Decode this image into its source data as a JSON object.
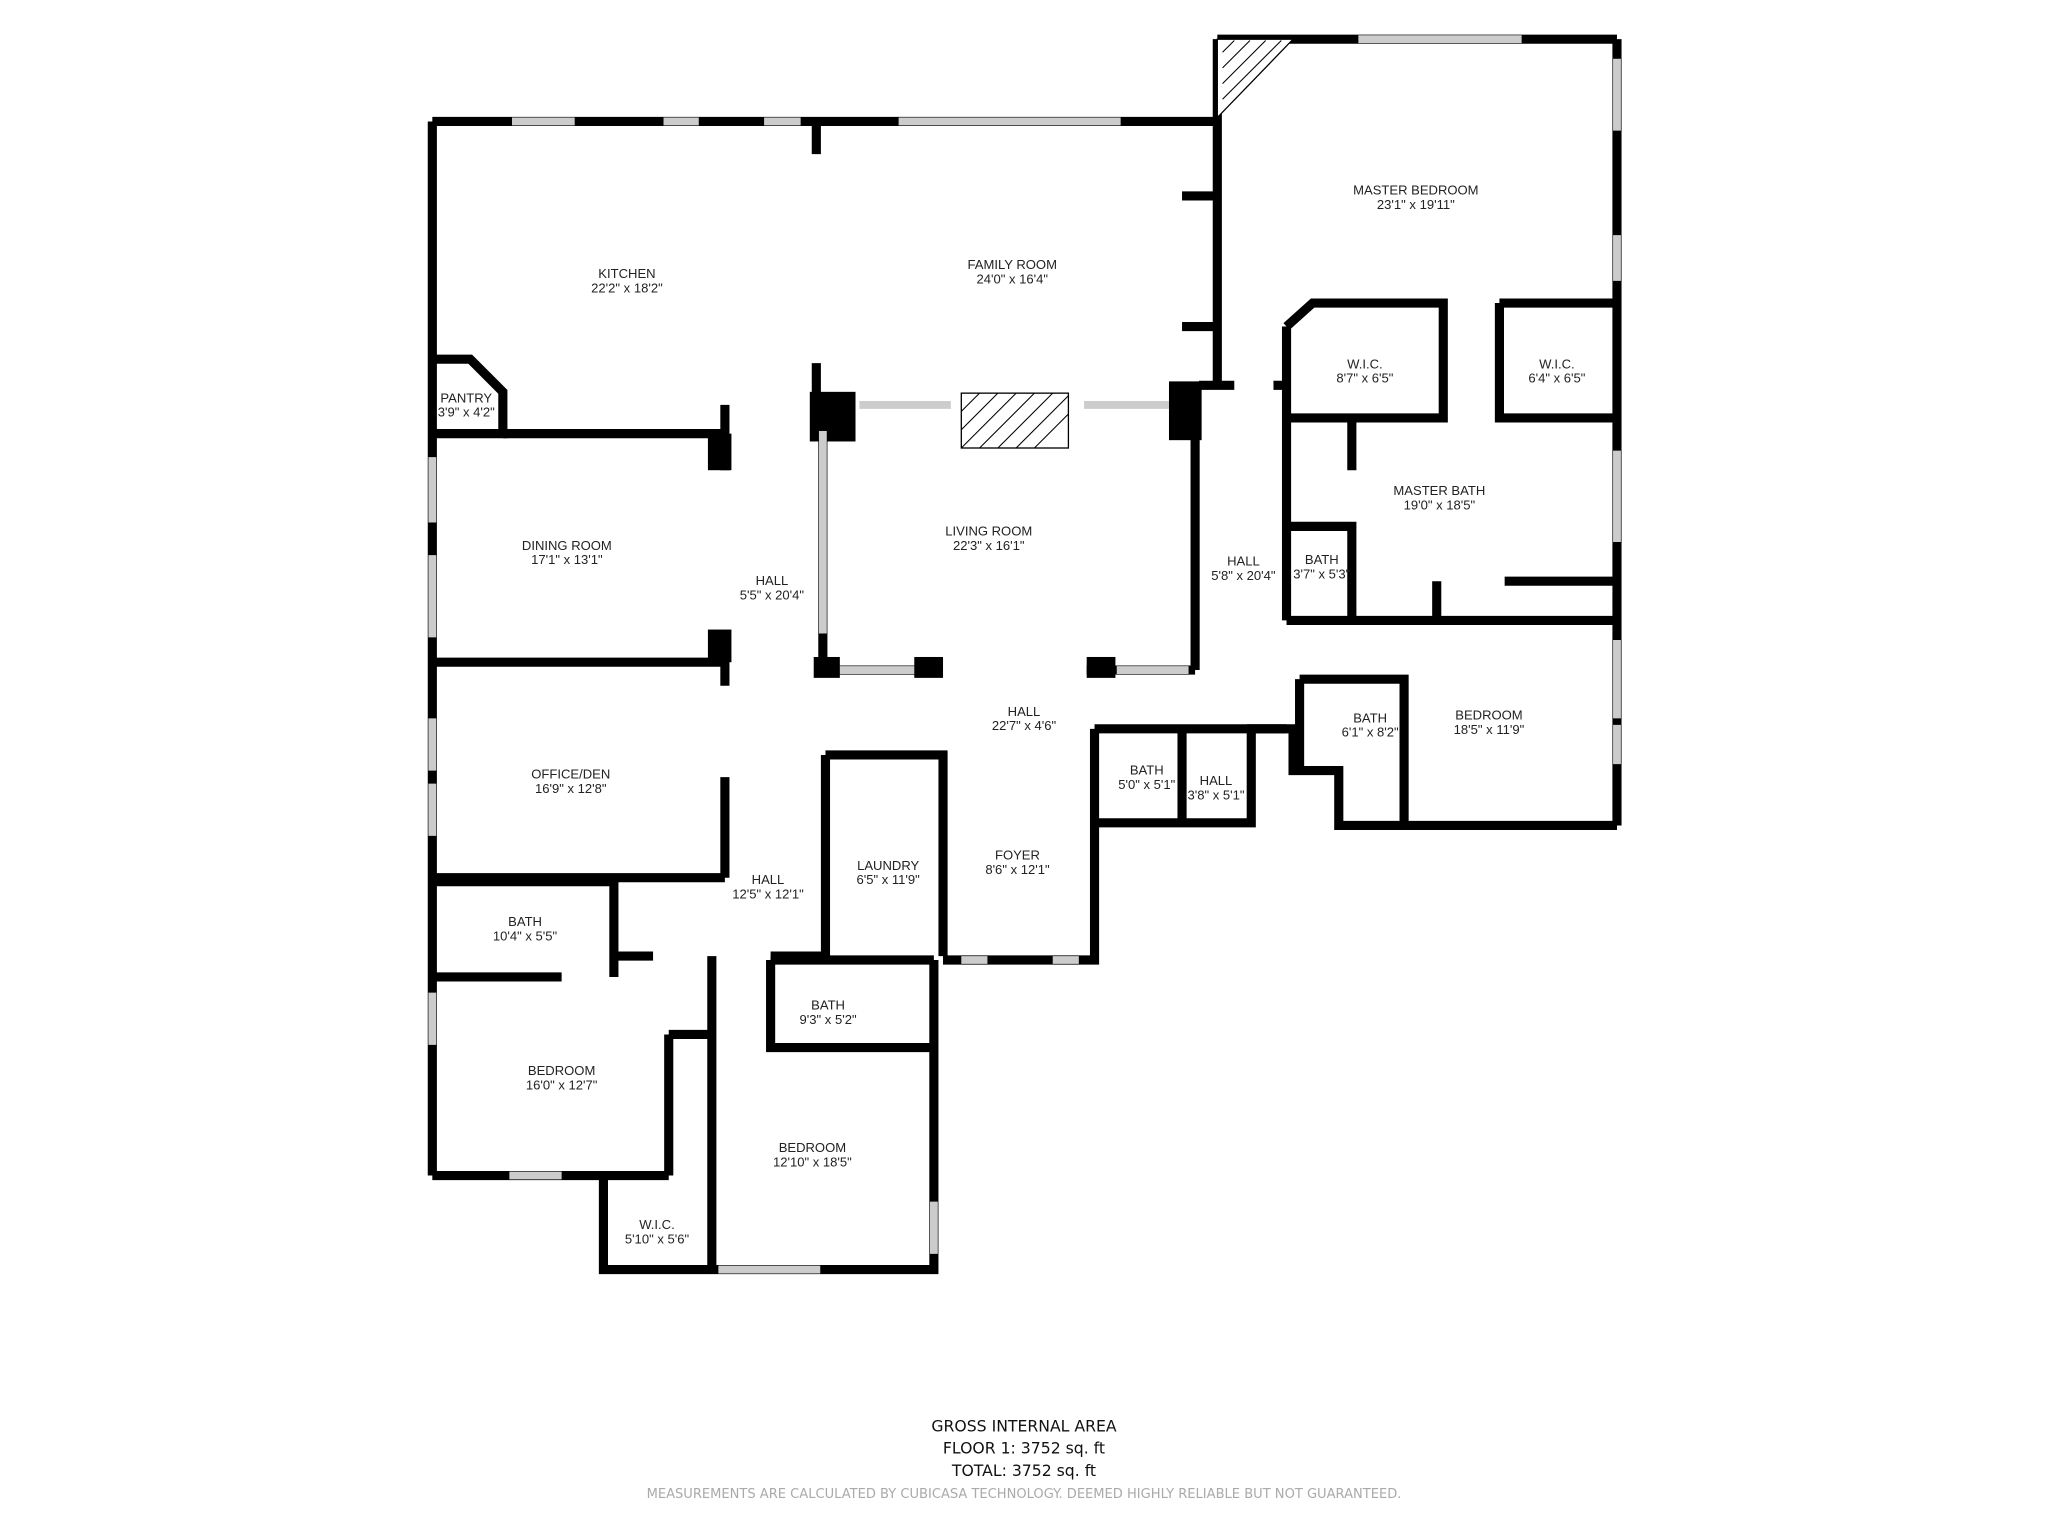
{
  "rooms": {
    "kitchen": {
      "name": "KITCHEN",
      "dim": "22'2\" x 18'2\""
    },
    "family_room": {
      "name": "FAMILY ROOM",
      "dim": "24'0\" x 16'4\""
    },
    "master_bedroom": {
      "name": "MASTER BEDROOM",
      "dim": "23'1\" x 19'11\""
    },
    "pantry": {
      "name": "PANTRY",
      "dim": "3'9\" x 4'2\""
    },
    "wic_1": {
      "name": "W.I.C.",
      "dim": "8'7\" x 6'5\""
    },
    "wic_2": {
      "name": "W.I.C.",
      "dim": "6'4\" x 6'5\""
    },
    "master_bath": {
      "name": "MASTER BATH",
      "dim": "19'0\" x 18'5\""
    },
    "dining_room": {
      "name": "DINING ROOM",
      "dim": "17'1\" x 13'1\""
    },
    "hall_1": {
      "name": "HALL",
      "dim": "5'5\" x 20'4\""
    },
    "living_room": {
      "name": "LIVING ROOM",
      "dim": "22'3\" x 16'1\""
    },
    "hall_2": {
      "name": "HALL",
      "dim": "5'8\" x 20'4\""
    },
    "bath_1": {
      "name": "BATH",
      "dim": "3'7\" x 5'3\""
    },
    "hall_3": {
      "name": "HALL",
      "dim": "22'7\" x 4'6\""
    },
    "bath_2": {
      "name": "BATH",
      "dim": "6'1\" x 8'2\""
    },
    "bedroom_1": {
      "name": "BEDROOM",
      "dim": "18'5\" x 11'9\""
    },
    "office": {
      "name": "OFFICE/DEN",
      "dim": "16'9\" x 12'8\""
    },
    "bath_3": {
      "name": "BATH",
      "dim": "5'0\" x 5'1\""
    },
    "hall_4": {
      "name": "HALL",
      "dim": "3'8\" x 5'1\""
    },
    "laundry": {
      "name": "LAUNDRY",
      "dim": "6'5\" x 11'9\""
    },
    "foyer": {
      "name": "FOYER",
      "dim": "8'6\" x 12'1\""
    },
    "hall_5": {
      "name": "HALL",
      "dim": "12'5\" x 12'1\""
    },
    "bath_4": {
      "name": "BATH",
      "dim": "10'4\" x 5'5\""
    },
    "bath_5": {
      "name": "BATH",
      "dim": "9'3\" x 5'2\""
    },
    "bedroom_2": {
      "name": "BEDROOM",
      "dim": "16'0\" x 12'7\""
    },
    "bedroom_3": {
      "name": "BEDROOM",
      "dim": "12'10\" x 18'5\""
    },
    "wic_3": {
      "name": "W.I.C.",
      "dim": "5'10\" x 5'6\""
    }
  },
  "summary": {
    "title": "GROSS INTERNAL AREA",
    "floor": "FLOOR 1: 3752 sq. ft",
    "total": "TOTAL: 3752 sq. ft",
    "disclaimer": "MEASUREMENTS ARE CALCULATED BY CUBICASA TECHNOLOGY. DEEMED HIGHLY RELIABLE BUT NOT GUARANTEED."
  },
  "colors": {
    "wall": "#000000",
    "window": "#cccccc"
  }
}
